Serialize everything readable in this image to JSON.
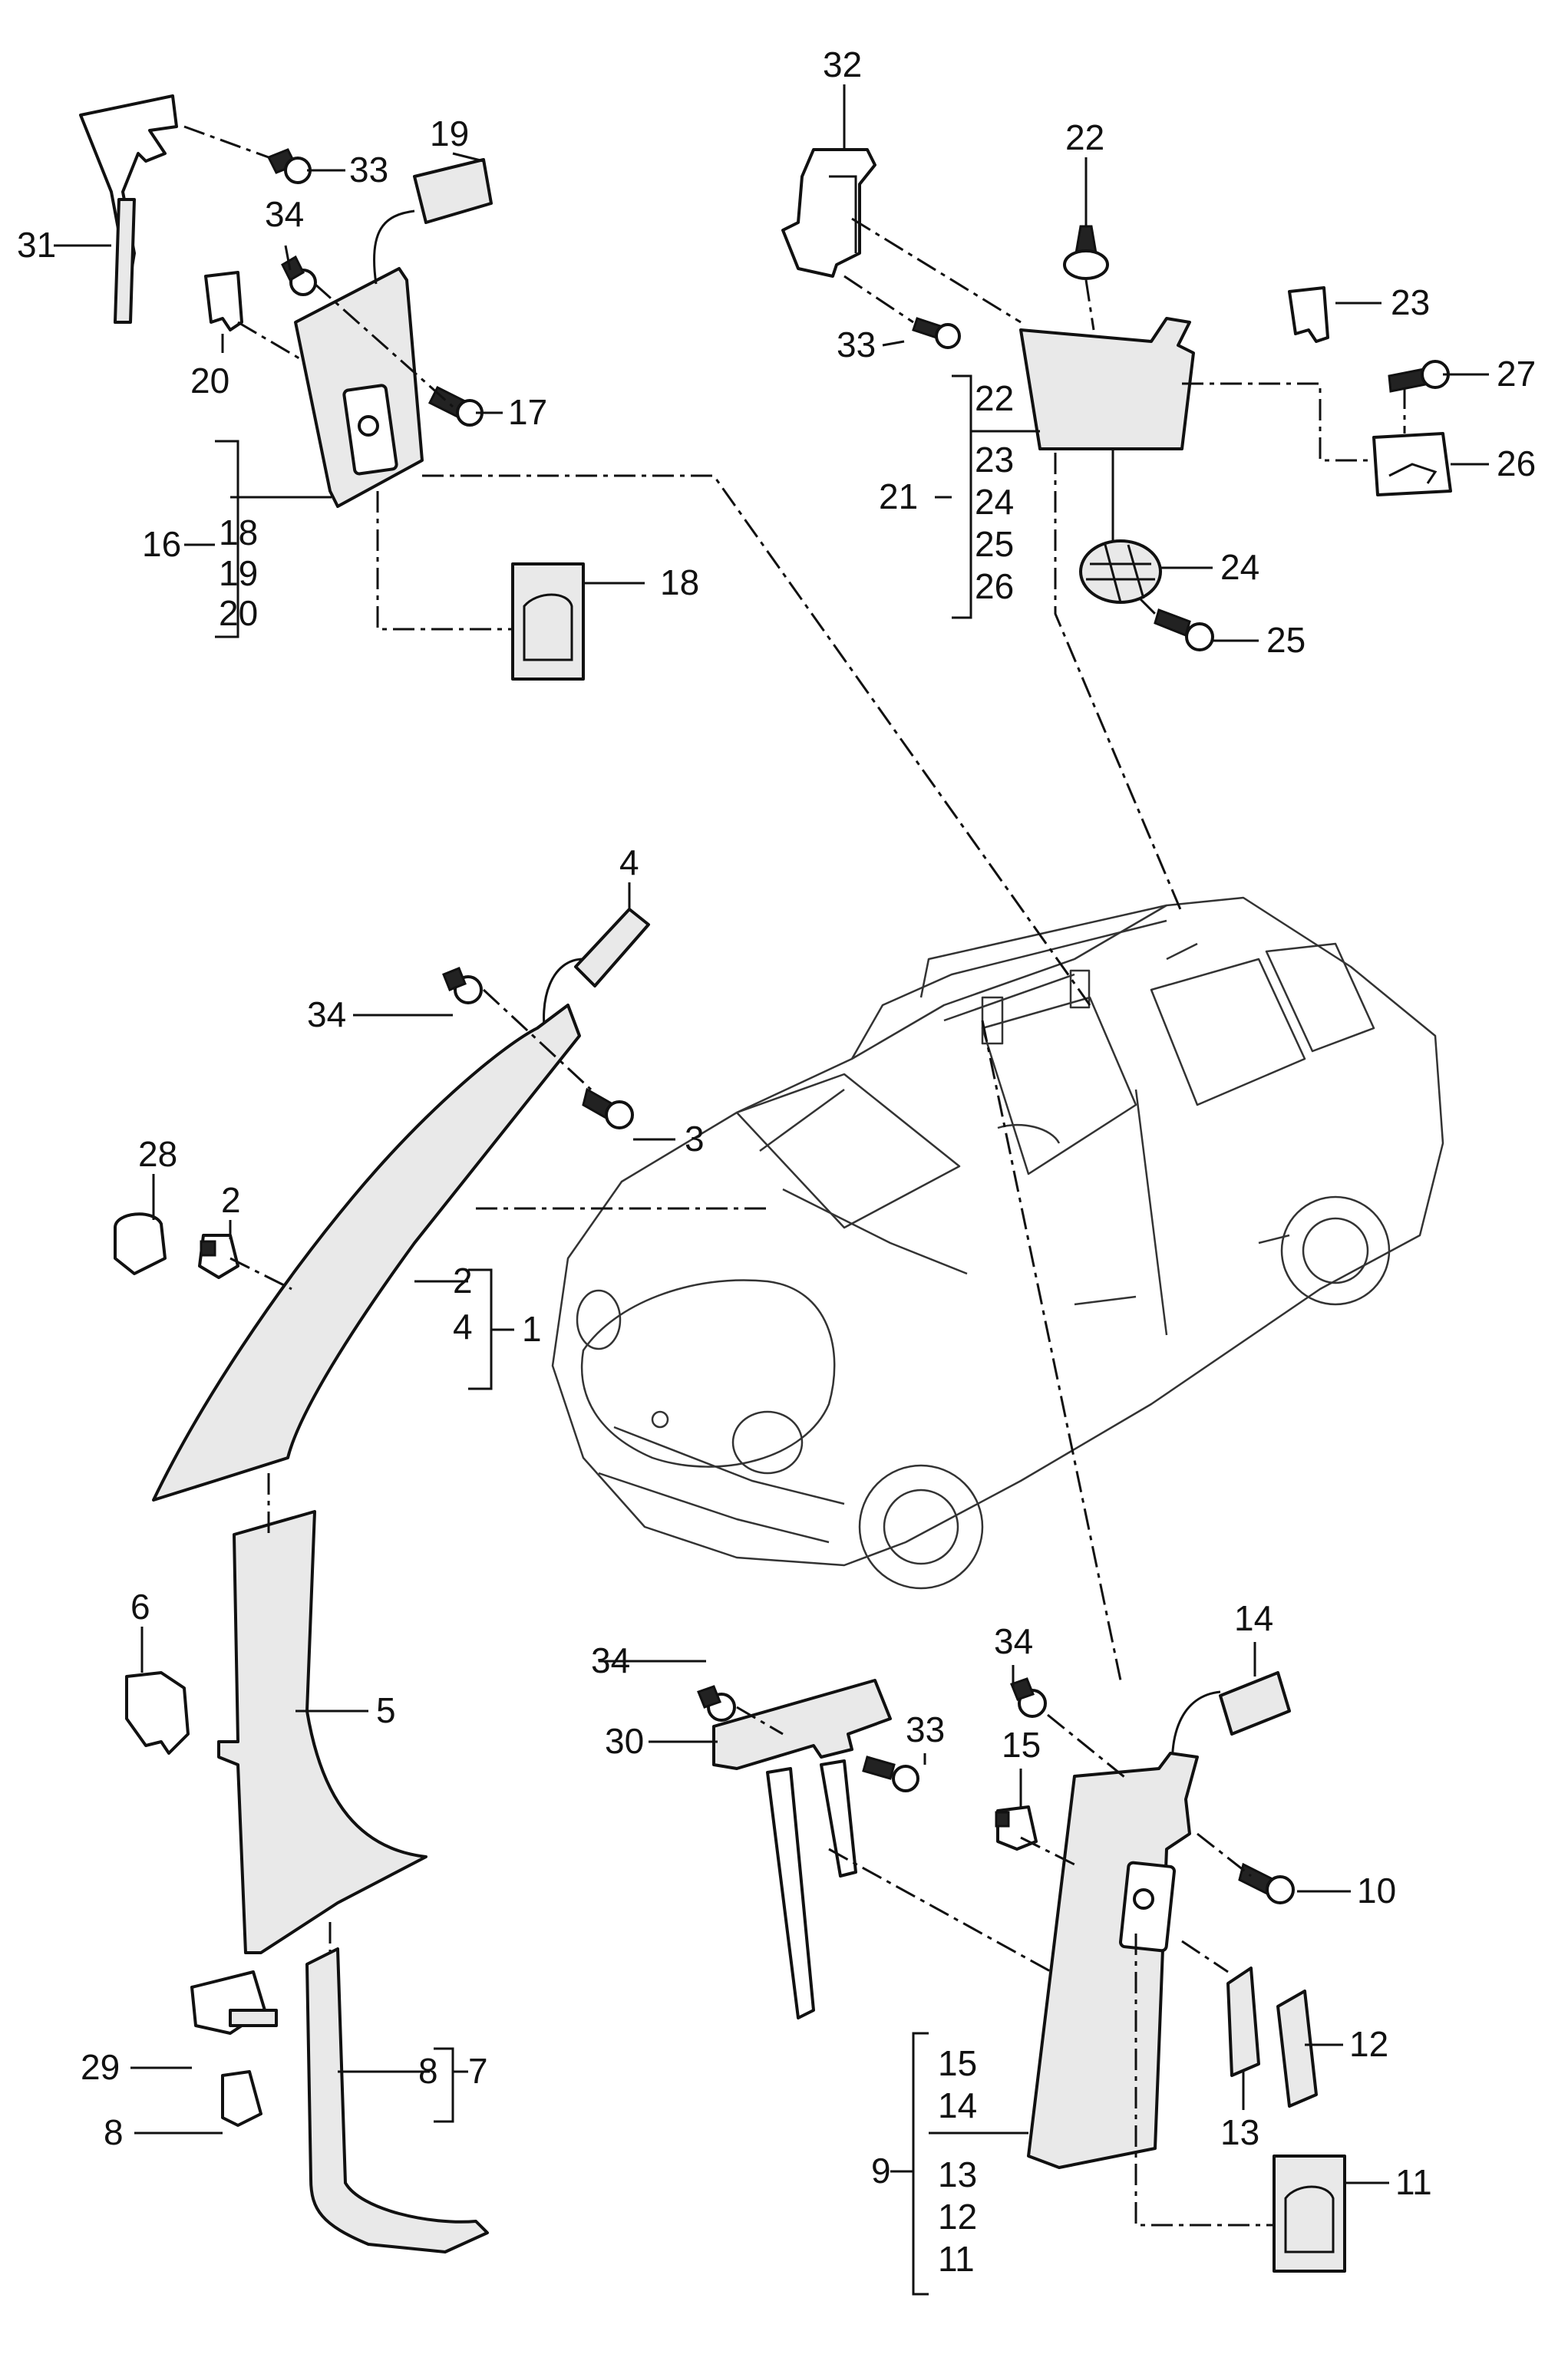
{
  "callouts": {
    "c1": "1",
    "c2": "2",
    "c2b": "2",
    "c3": "3",
    "c4": "4",
    "c4b": "4",
    "c5": "5",
    "c6": "6",
    "c7": "7",
    "c8": "8",
    "c8b": "8",
    "c9": "9",
    "c10": "10",
    "c11": "11",
    "c11b": "11",
    "c12": "12",
    "c12b": "12",
    "c13": "13",
    "c13b": "13",
    "c14": "14",
    "c14b": "14",
    "c15": "15",
    "c15b": "15",
    "c16": "16",
    "c17": "17",
    "c18": "18",
    "c18b": "18",
    "c19": "19",
    "c19b": "19",
    "c20": "20",
    "c20b": "20",
    "c21": "21",
    "c22": "22",
    "c22b": "22",
    "c23": "23",
    "c23b": "23",
    "c24": "24",
    "c24b": "24",
    "c25": "25",
    "c25b": "25",
    "c26": "26",
    "c26b": "26",
    "c27": "27",
    "c28": "28",
    "c29": "29",
    "c30": "30",
    "c31": "31",
    "c32": "32",
    "c33a": "33",
    "c33b": "33",
    "c33c": "33",
    "c34a": "34",
    "c34b": "34",
    "c34c": "34",
    "c34d": "34"
  }
}
